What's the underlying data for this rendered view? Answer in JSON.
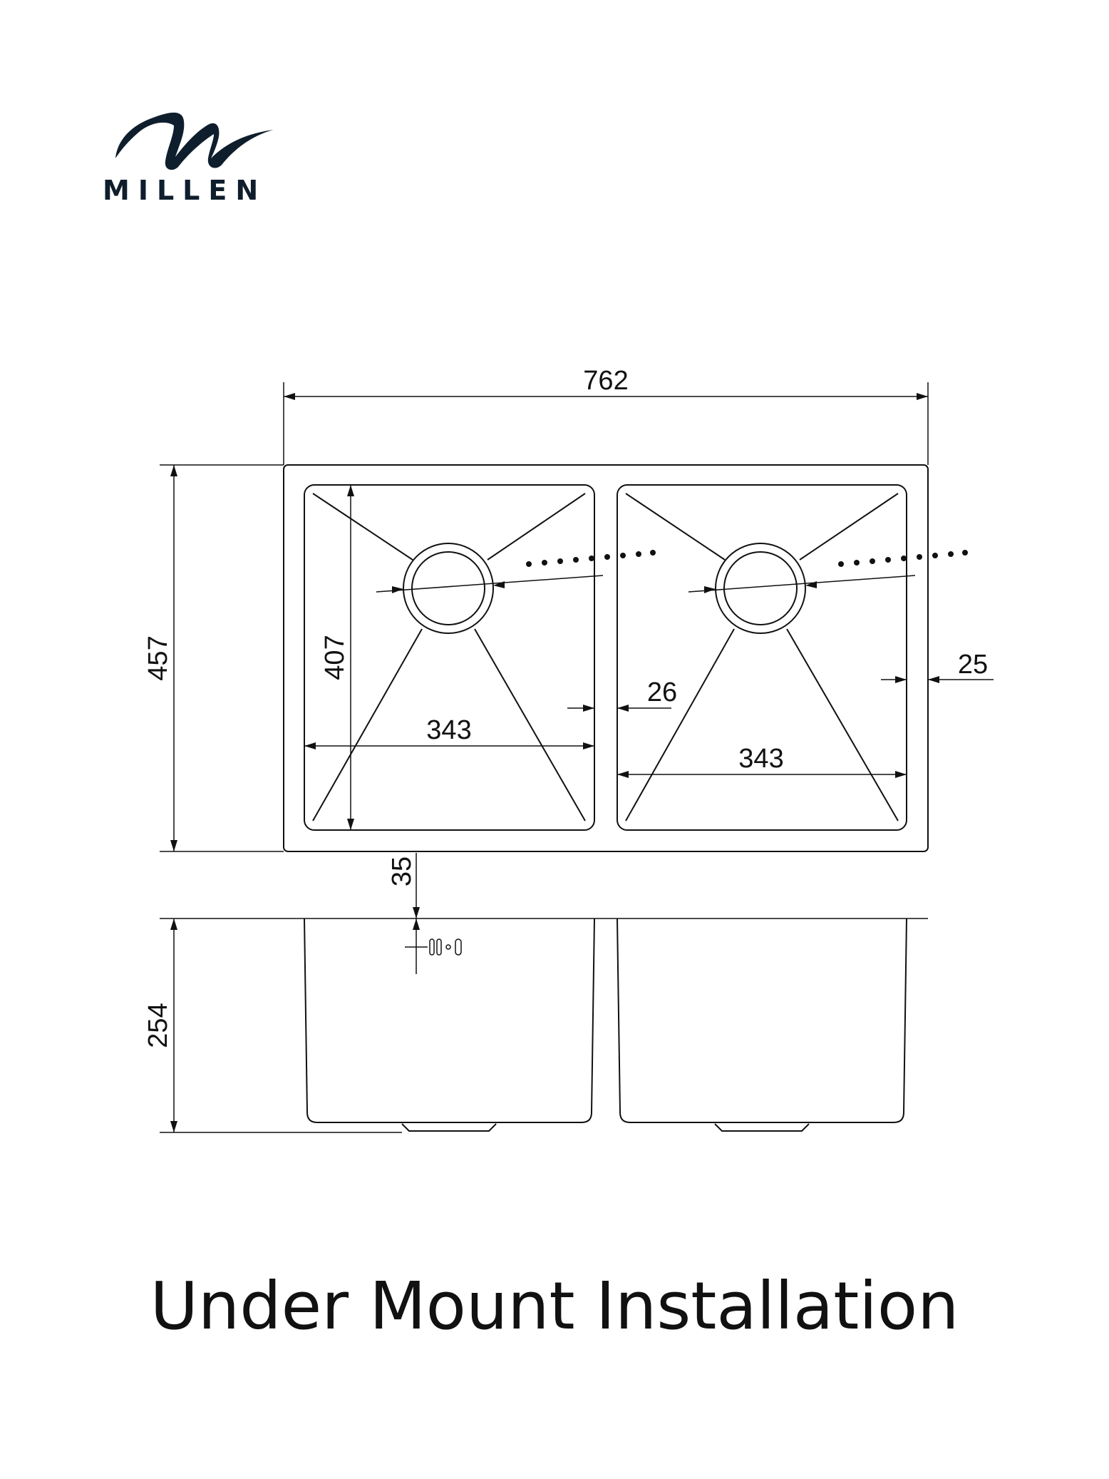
{
  "brand": {
    "name": "MILLEN",
    "logo_icon": "wave-m-icon",
    "color": "#0f1e2d"
  },
  "dimensions": {
    "overall_width": "762",
    "overall_depth": "457",
    "bowl_inner_depth": "407",
    "left_bowl_width": "343",
    "right_bowl_width": "343",
    "divider_gap": "26",
    "right_rim_gap": "25",
    "flange_thickness": "35",
    "bowl_height": "254"
  },
  "caption": "Under Mount Installation"
}
